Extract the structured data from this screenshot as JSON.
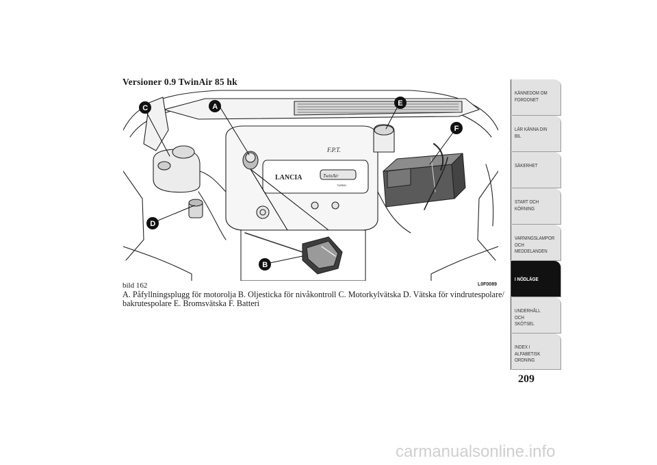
{
  "heading": "Versioner 0.9 TwinAir 85 hk",
  "figure": {
    "number": "bild 162",
    "code": "L0F0089",
    "callouts": [
      "A",
      "B",
      "C",
      "D",
      "E",
      "F"
    ],
    "engine_badge": "LANCIA",
    "engine_model": "TwinAir",
    "engine_sub": "TURBO",
    "engine_script": "F.P.T."
  },
  "legend": "A. Påfyllningsplugg för motorolja B. Oljesticka för nivåkontroll C. Motorkylvätska D. Vätska för vindrutespolare/ bakrutespolare E. Bromsvätska F. Batteri",
  "sidebar": {
    "tabs": [
      {
        "label": "KÄNNEDOM OM\nFORDONET",
        "active": false
      },
      {
        "label": "LÄR KÄNNA DIN\nBIL",
        "active": false
      },
      {
        "label": "SÄKERHET",
        "active": false
      },
      {
        "label": "START OCH\nKÖRNING",
        "active": false
      },
      {
        "label": "VARNINGSLAMPOR\nOCH\nMEDDELANDEN",
        "active": false
      },
      {
        "label": "I NÖDLÄGE",
        "active": true
      },
      {
        "label": "UNDERHÅLL OCH\nSKÖTSEL",
        "active": false
      },
      {
        "label": "INDEX I\nALFABETISK\nORDNING",
        "active": false
      }
    ]
  },
  "page_number": "209",
  "watermark": "carmanualsonline.info"
}
